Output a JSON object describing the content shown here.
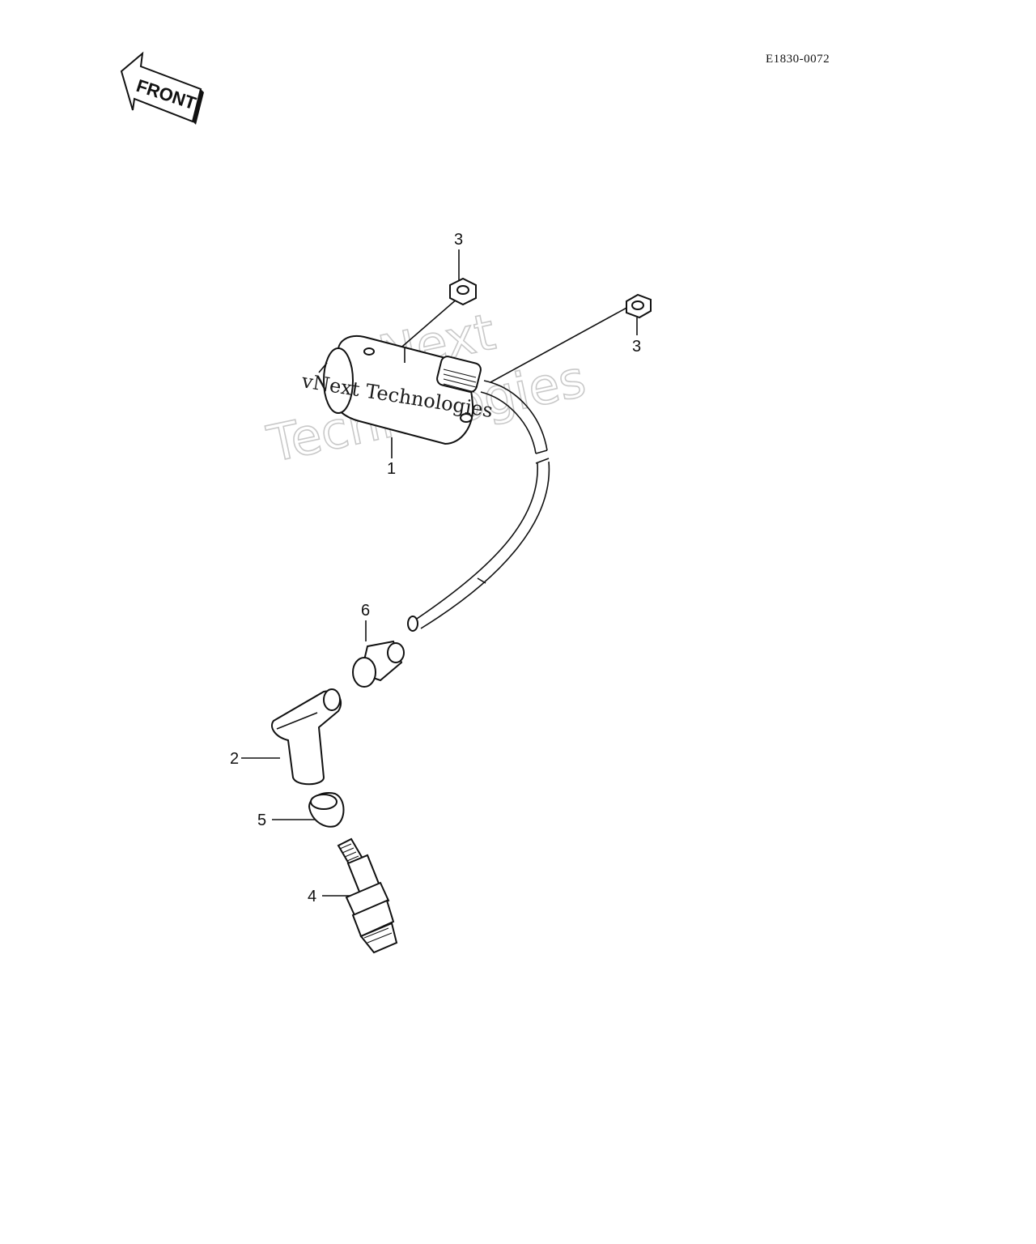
{
  "document_number": "E1830-0072",
  "front_label": "FRONT",
  "watermark": {
    "line1": "vNext",
    "line2": "Technologies",
    "solid": "vNext Technologies"
  },
  "callouts": [
    {
      "id": "1",
      "part": "ignition-coil"
    },
    {
      "id": "2",
      "part": "spark-plug-cap"
    },
    {
      "id": "3",
      "part": "nut"
    },
    {
      "id": "3",
      "part": "nut"
    },
    {
      "id": "4",
      "part": "spark-plug"
    },
    {
      "id": "5",
      "part": "seal"
    },
    {
      "id": "6",
      "part": "lead-cap"
    }
  ],
  "colors": {
    "ink": "#111111",
    "watermark": "#c9c9c9",
    "background": "#ffffff"
  }
}
